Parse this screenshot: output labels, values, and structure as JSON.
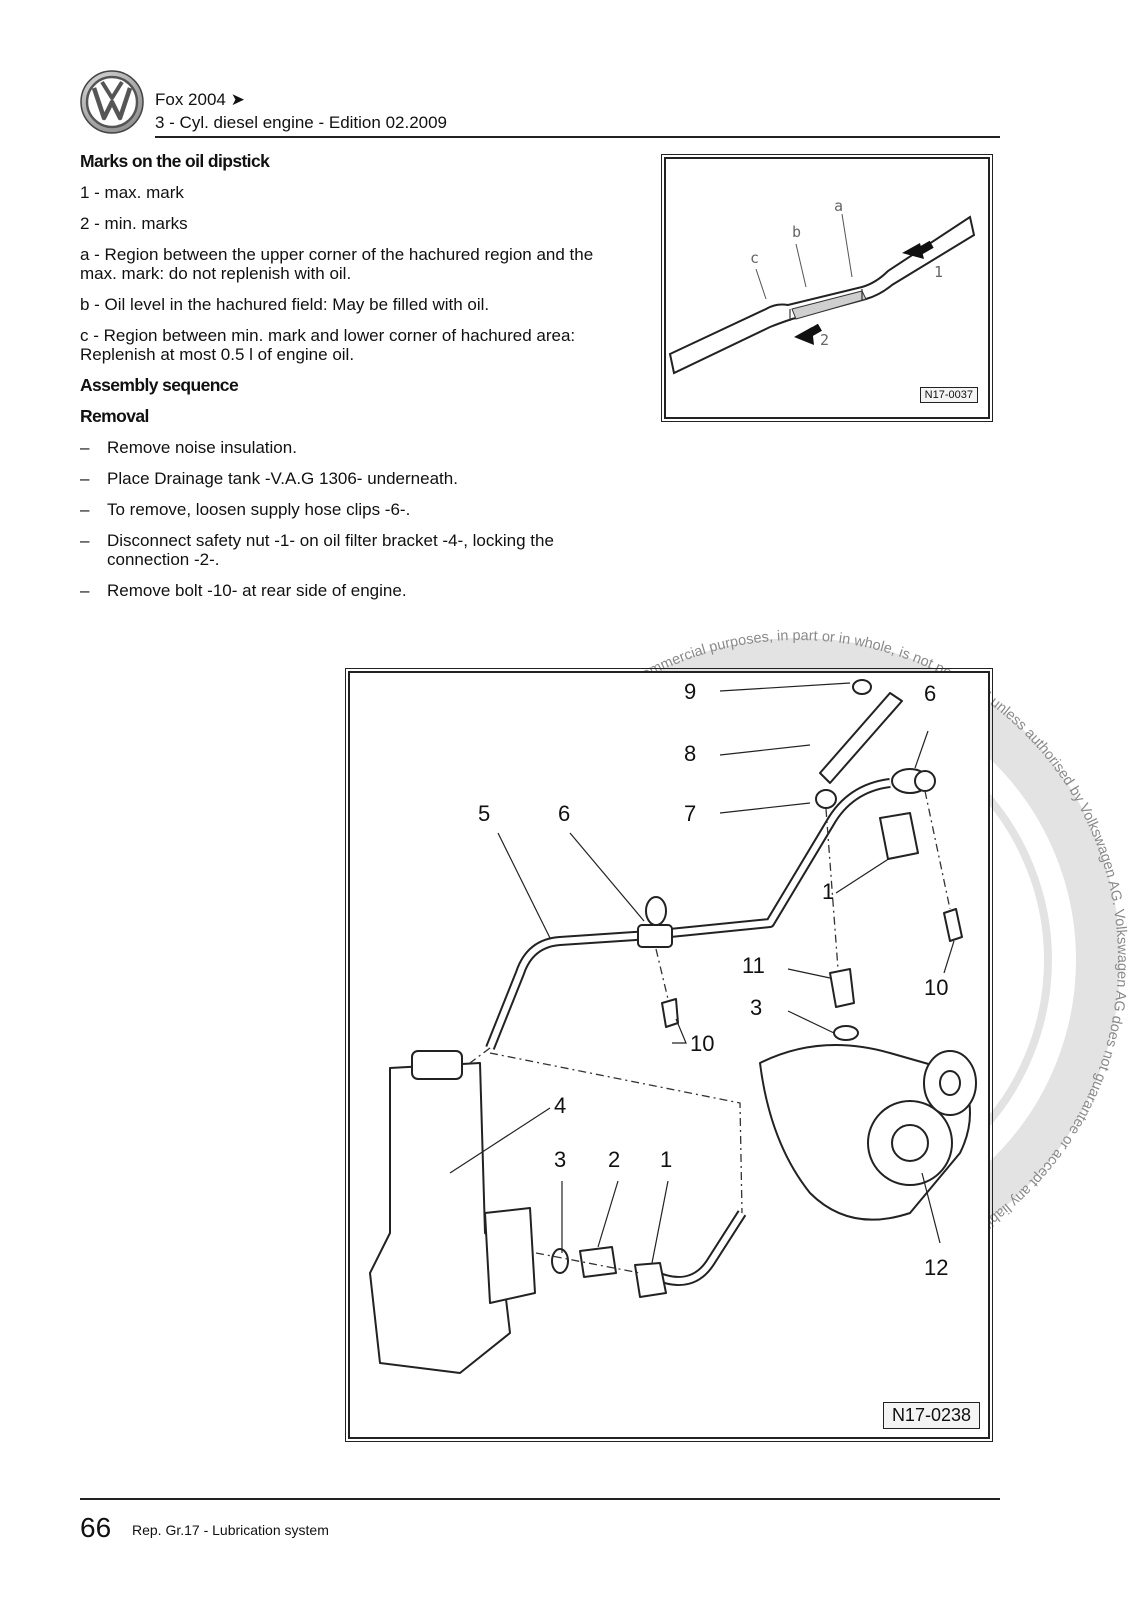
{
  "header": {
    "line1": "Fox 2004 ➤",
    "line2": "3 - Cyl. diesel engine - Edition 02.2009"
  },
  "content": {
    "heading_dipstick": "Marks on the oil dipstick",
    "marks": [
      "1 - max. mark",
      "2 - min. marks",
      "a - Region between the upper corner of the hachured region and the max. mark: do not replenish with oil.",
      "b - Oil level in the hachured field: May be filled with oil.",
      "c - Region between min. mark and lower corner of hachured area: Replenish at most 0.5 l of engine oil."
    ],
    "heading_assembly": "Assembly sequence",
    "heading_removal": "Removal",
    "dash": "–",
    "steps": [
      "Remove noise insulation.",
      "Place Drainage tank -V.A.G 1306- underneath.",
      "To remove, loosen supply hose clips -6-.",
      "Disconnect safety nut -1- on oil filter bracket -4-, locking the connection -2-.",
      "Remove bolt -10- at rear side of engine."
    ]
  },
  "figure_top": {
    "ref": "N17-0037",
    "labels": {
      "a": "a",
      "b": "b",
      "c": "c",
      "one": "1",
      "two": "2"
    }
  },
  "figure_main": {
    "ref": "N17-0238",
    "labels": {
      "n9": "9",
      "n6a": "6",
      "n8": "8",
      "n7": "7",
      "n5": "5",
      "n6b": "6",
      "n1a": "1",
      "n11": "11",
      "n10a": "10",
      "n3a": "3",
      "n10b": "10",
      "n4": "4",
      "n3b": "3",
      "n2": "2",
      "n1b": "1",
      "n12": "12"
    }
  },
  "watermark": {
    "text": "Protected by copyright. Copying for private or commercial purposes, in part or in whole, is not permitted unless authorised by Volkswagen AG. Volkswagen AG does not guarantee or accept any liability with respect to the correctness of information in this document. Copyright by Volkswagen AG."
  },
  "footer": {
    "page_number": "66",
    "text": "Rep. Gr.17 - Lubrication system"
  },
  "colors": {
    "watermark_gray": "#e3e3e3",
    "text": "#111111",
    "rule": "#222222"
  }
}
